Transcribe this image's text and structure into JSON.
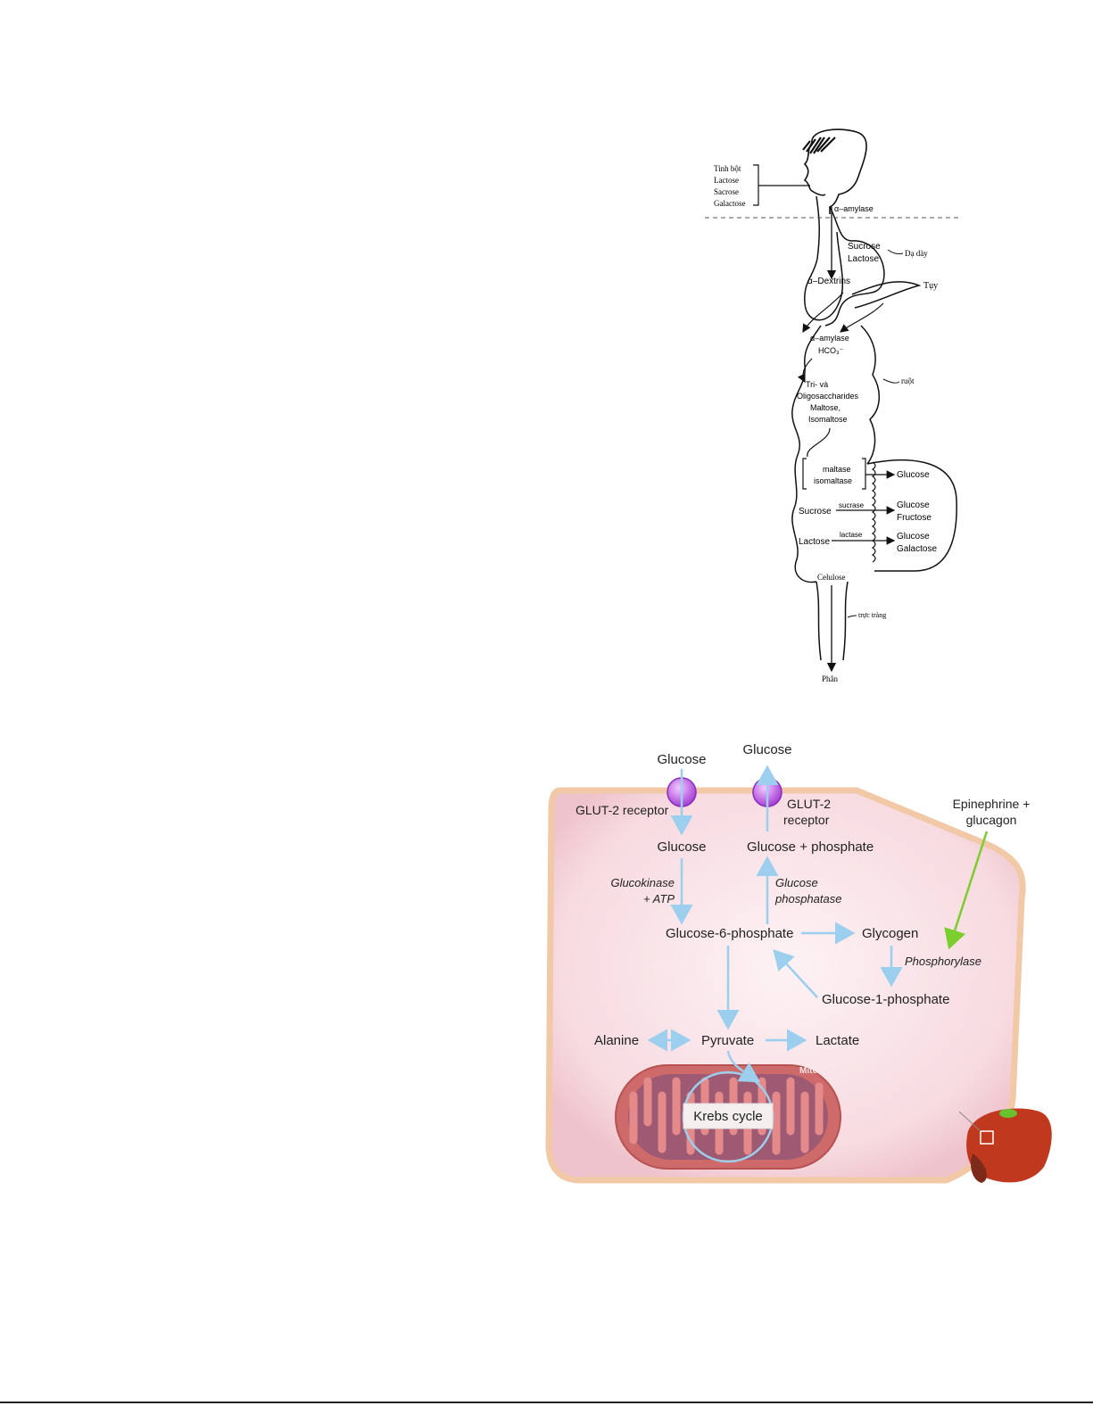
{
  "digestion": {
    "mouth_items": [
      "Tinh bột",
      "Lactose",
      "Sacrose",
      "Galactose"
    ],
    "enzyme_mouth": "α–amylase",
    "stomach_sugars": [
      "Sucrose",
      "Lactose"
    ],
    "stomach_label": "Dạ dày",
    "dextrins": "α–Dextrins",
    "pancreas_label": "Tụy",
    "pancreas_enzymes": [
      "α–amylase",
      "HCO₃⁻"
    ],
    "intestine_label": "ruột",
    "oligo": [
      "Tri-  và",
      "Oligosaccharides",
      "Maltose,",
      "Isomaltose"
    ],
    "brush_enzymes": [
      "maltase",
      "isomaltase"
    ],
    "sucrose": "Sucrose",
    "sucrase": "sucrase",
    "lactose": "Lactose",
    "lactase": "lactase",
    "product_glucose": "Glucose",
    "product_sucrose": [
      "Glucose",
      "Fructose"
    ],
    "product_lactose": [
      "Glucose",
      "Galactose"
    ],
    "cellulose": "Celulose",
    "colon_label": "trực tràng",
    "feces": "Phân"
  },
  "liver": {
    "glucose_in": "Glucose",
    "glucose_out": "Glucose",
    "glut2_left": "GLUT-2 receptor",
    "glut2_right": [
      "GLUT-2",
      "receptor"
    ],
    "glucose_inside": "Glucose",
    "glucose_phosphate": "Glucose + phosphate",
    "glucokinase": [
      "Glucokinase",
      "+ ATP"
    ],
    "glucose_phosphatase": [
      "Glucose",
      "phosphatase"
    ],
    "g6p": "Glucose-6-phosphate",
    "glycogen": "Glycogen",
    "phosphorylase": "Phosphorylase",
    "g1p": "Glucose-1-phosphate",
    "epinephrine": [
      "Epinephrine +",
      "glucagon"
    ],
    "alanine": "Alanine",
    "pyruvate": "Pyruvate",
    "lactate": "Lactate",
    "mitochondria": "Mitochondria",
    "krebs": "Krebs cycle",
    "colors": {
      "arrow": "#9ccfee",
      "hormone": "#7ccd2e",
      "cell": "#f6d6dc",
      "membrane": "#f1c9a6",
      "mito": "#cf6a6a",
      "liver": "#c0391f"
    }
  }
}
